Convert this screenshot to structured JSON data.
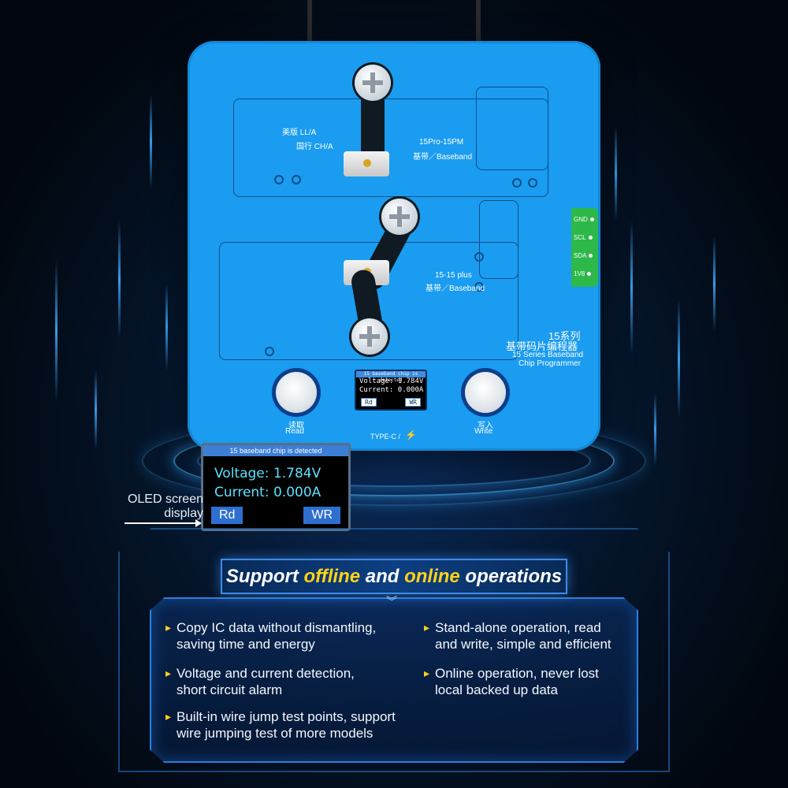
{
  "board": {
    "region_top_label": "15Pro-15PM\n基带/Baseband",
    "region_top_line1": "15Pro-15PM",
    "region_top_line2": "基带／Baseband",
    "region_bottom_line1": "15-15 plus",
    "region_bottom_line2": "基带／Baseband",
    "region_us": "美版 LL/A",
    "region_cn": "国行 CH/A",
    "product_cn_1": "15系列",
    "product_cn_2": "基带码片编程器",
    "product_en_1": "15 Series Baseband",
    "product_en_2": "Chip Programmer",
    "read_cn": "读取",
    "read_en": "Read",
    "write_cn": "写入",
    "write_en": "Write",
    "type_c": "TYPE-C /",
    "connector": [
      "GND",
      "SCL",
      "SDA",
      "1V8"
    ]
  },
  "oled": {
    "header": "15 baseband chip is detected",
    "voltage_label": "Voltage:",
    "voltage_value": "1.784V",
    "current_label": "Current:",
    "current_value": "0.000A",
    "rd": "Rd",
    "wr": "WR"
  },
  "oled_caption": {
    "line1": "OLED screen",
    "line2": "display"
  },
  "banner": {
    "part1": "Support ",
    "part2": "offline",
    "part3": " and ",
    "part4": "online",
    "part5": " operations"
  },
  "features": [
    "Copy IC data without dismantling,\nsaving time and energy",
    "Voltage and current detection,\nshort circuit alarm",
    "Built-in wire jump test points, support\nwire jumping test of more models",
    "Stand-alone operation, read\nand write, simple and efficient",
    "Online operation, never lost\nlocal backed up data"
  ],
  "colors": {
    "board": "#1a9cf0",
    "accent_yellow": "#ffd21a",
    "connector_green": "#2db84a",
    "oled_text": "#5de0ff"
  }
}
